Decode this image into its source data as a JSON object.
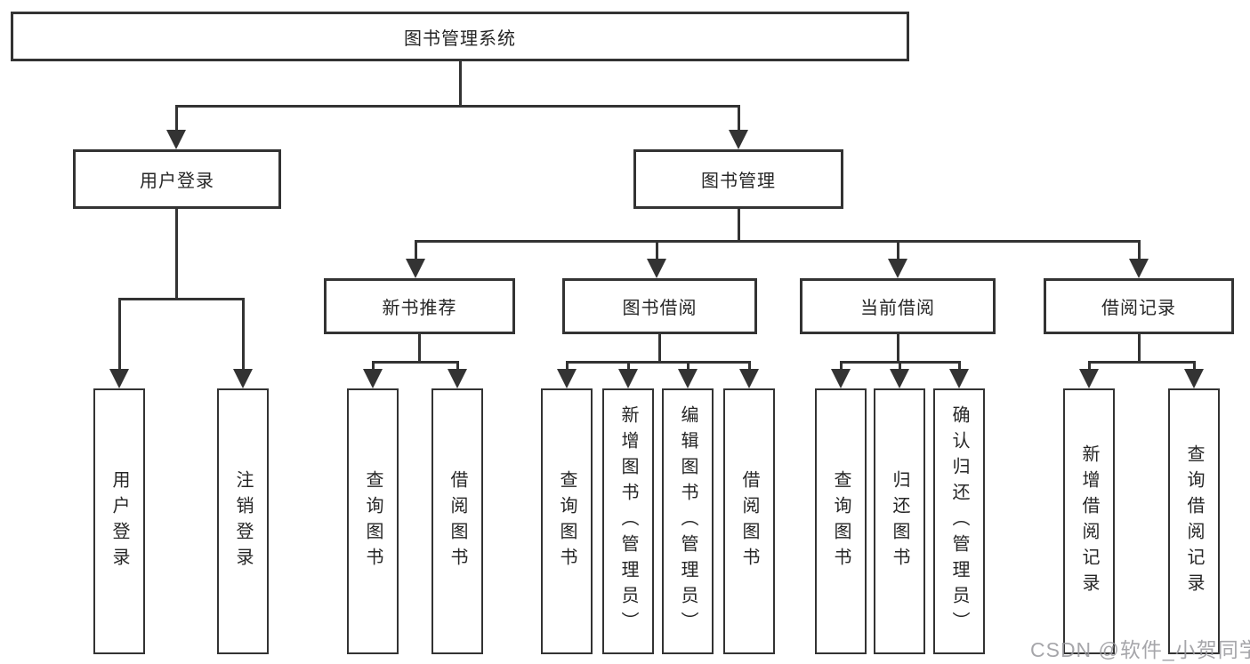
{
  "diagram": {
    "root": "图书管理系统",
    "level2": [
      "用户登录",
      "图书管理"
    ],
    "level3": [
      "新书推荐",
      "图书借阅",
      "当前借阅",
      "借阅记录"
    ],
    "leaves": {
      "user_login": [
        "用户登录",
        "注销登录"
      ],
      "new_books": [
        "查询图书",
        "借阅图书"
      ],
      "book_borrow": [
        "查询图书",
        "新增图书（管理员）",
        "编辑图书（管理员）",
        "借阅图书"
      ],
      "current_borrow": [
        "查询图书",
        "归还图书",
        "确认归还（管理员）"
      ],
      "borrow_records": [
        "新增借阅记录",
        "查询借阅记录"
      ]
    },
    "watermark": "CSDN @软件_小贺同学",
    "colors": {
      "line": "#333333",
      "text": "#262626",
      "background": "#ffffff",
      "watermark": "#97979c"
    }
  }
}
